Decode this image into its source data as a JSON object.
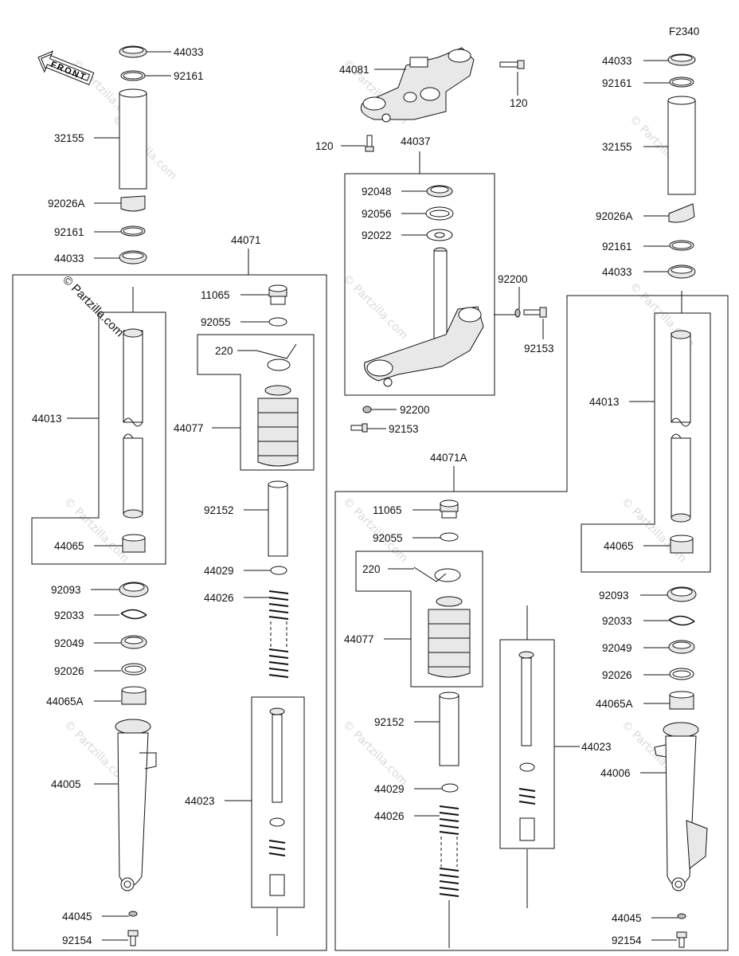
{
  "figure_code": "F2340",
  "front_label": "FRONT",
  "copyright": "© Partzilla.com",
  "watermark": "© Partzilla.com",
  "parts": {
    "p44033_l": "44033",
    "p92161_l1": "92161",
    "p32155_l": "32155",
    "p92026A_l": "92026A",
    "p92161_l2": "92161",
    "p44033_l2": "44033",
    "p44071": "44071",
    "p11065_l": "11065",
    "p92055_l": "92055",
    "p220_l": "220",
    "p44077_l": "44077",
    "p44013_l": "44013",
    "p92152_l": "92152",
    "p44065_l": "44065",
    "p44029_l": "44029",
    "p92093_l": "92093",
    "p44026_l": "44026",
    "p92033_l": "92033",
    "p92049_l": "92049",
    "p92026_l": "92026",
    "p44065A_l": "44065A",
    "p44005": "44005",
    "p44023_l": "44023",
    "p44045_l": "44045",
    "p92154_l": "92154",
    "p44081": "44081",
    "p120_a": "120",
    "p120_b": "120",
    "p44037": "44037",
    "p92048": "92048",
    "p92056": "92056",
    "p92022": "92022",
    "p92200_a": "92200",
    "p92153_a": "92153",
    "p92200_b": "92200",
    "p92153_b": "92153",
    "p44071A": "44071A",
    "p11065_r": "11065",
    "p92055_r": "92055",
    "p220_r": "220",
    "p44077_r": "44077",
    "p92152_r": "92152",
    "p44029_r": "44029",
    "p44026_r": "44026",
    "p44023_r": "44023",
    "p44033_r1": "44033",
    "p92161_r1": "92161",
    "p32155_r": "32155",
    "p92026A_r": "92026A",
    "p92161_r2": "92161",
    "p44033_r2": "44033",
    "p44013_r": "44013",
    "p44065_r": "44065",
    "p92093_r": "92093",
    "p92033_r": "92033",
    "p92049_r": "92049",
    "p92026_r": "92026",
    "p44065A_r": "44065A",
    "p44006": "44006",
    "p44045_r": "44045",
    "p92154_r": "92154"
  }
}
